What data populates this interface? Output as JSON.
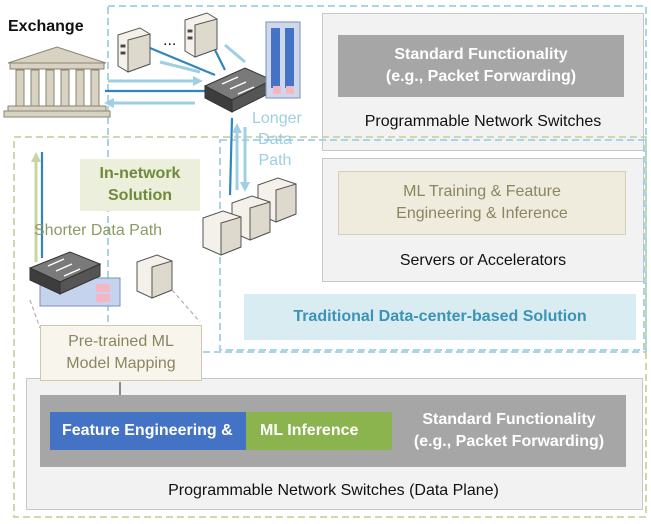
{
  "exchange_label": "Exchange",
  "ellipsis": "...",
  "top_panel": {
    "box_line1": "Standard Functionality",
    "box_line2": "(e.g., Packet Forwarding)",
    "caption": "Programmable Network Switches"
  },
  "middle_panel": {
    "box_line1": "ML Training & Feature",
    "box_line2": "Engineering & Inference",
    "caption": "Servers or Accelerators"
  },
  "traditional_solution": "Traditional Data-center-based Solution",
  "longer_path": [
    "Longer",
    "Data",
    "Path"
  ],
  "in_network": [
    "In-network",
    "Solution"
  ],
  "shorter_path": "Shorter Data Path",
  "pretrained": [
    "Pre-trained ML",
    "Model Mapping"
  ],
  "bottom_panel": {
    "feature_engineering": "Feature Engineering & ",
    "ml_inference": "ML Inference",
    "std_line1": "Standard Functionality",
    "std_line2": "(e.g., Packet Forwarding)",
    "caption": "Programmable Network Switches (Data Plane)"
  },
  "colors": {
    "blue_path": "#2e86c1",
    "light_blue": "#9ecfe3",
    "green_dash": "#c9d3a4",
    "feature_blue": "#4472c4",
    "inference_green": "#8bb34e",
    "panel_gray": "#f2f2f2",
    "box_gray": "#a6a6a6"
  }
}
